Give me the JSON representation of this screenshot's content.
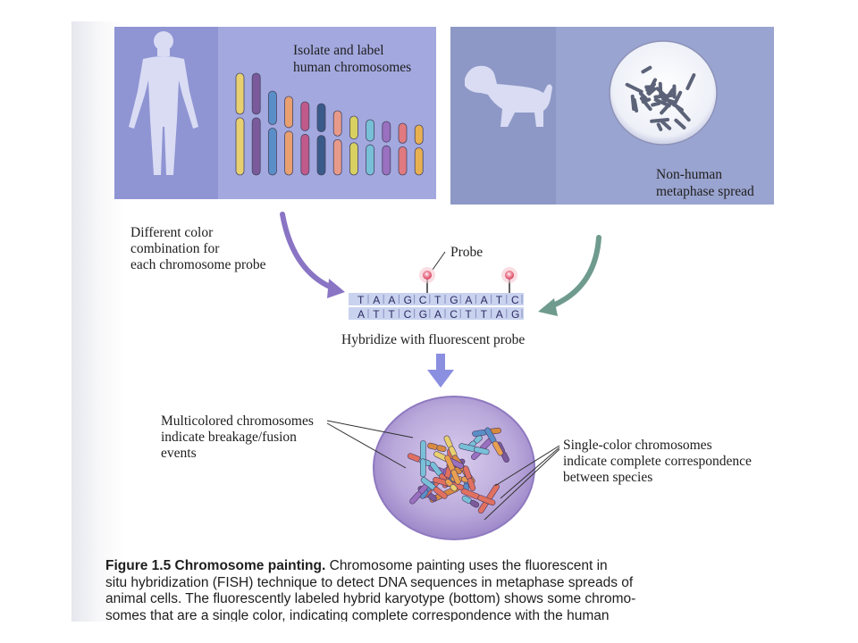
{
  "colors": {
    "panel_left": "#9ea3dc",
    "panel_left_dark": "#8f94d3",
    "panel_right": "#99a4cf",
    "panel_right_dark": "#8d98c6",
    "silhouette": "#d9dcf3",
    "arrow_purple": "#8a74c4",
    "arrow_green": "#6f9b8e",
    "arrow_down": "#8b8fe0",
    "nucleus": "#b7a6d8",
    "probe": "#e05068"
  },
  "labels": {
    "isolate_line1": "Isolate and label",
    "isolate_line2": "human chromosomes",
    "nonhuman_line1": "Non-human",
    "nonhuman_line2": "metaphase spread",
    "different_line1": "Different color",
    "different_line2": "combination for",
    "different_line3": "each chromosome probe",
    "probe": "Probe",
    "hybridize": "Hybridize with fluorescent probe",
    "multi_line1": "Multicolored chromosomes",
    "multi_line2": "indicate breakage/fusion",
    "multi_line3": "events",
    "single_line1": "Single-color chromosomes",
    "single_line2": "indicate complete correspondence",
    "single_line3": "between species"
  },
  "dna": {
    "top_strand": [
      "T",
      "A",
      "A",
      "G",
      "C",
      "T",
      "G",
      "A",
      "A",
      "T",
      "C"
    ],
    "bottom_strand": [
      "A",
      "T",
      "T",
      "C",
      "G",
      "A",
      "C",
      "T",
      "T",
      "A",
      "G"
    ]
  },
  "icons": [
    "human-silhouette-icon",
    "dog-silhouette-icon"
  ],
  "caption": {
    "title": "Figure 1.5  Chromosome painting.",
    "line1_rest": "  Chromosome painting uses the fluorescent in",
    "line2": "situ hybridization (FISH) technique to detect DNA sequences in metaphase spreads of",
    "line3": "animal cells. The fluorescently labeled hybrid karyotype (bottom) shows some chromo-",
    "line4": "somes that are a single color, indicating complete correspondence with the human"
  }
}
